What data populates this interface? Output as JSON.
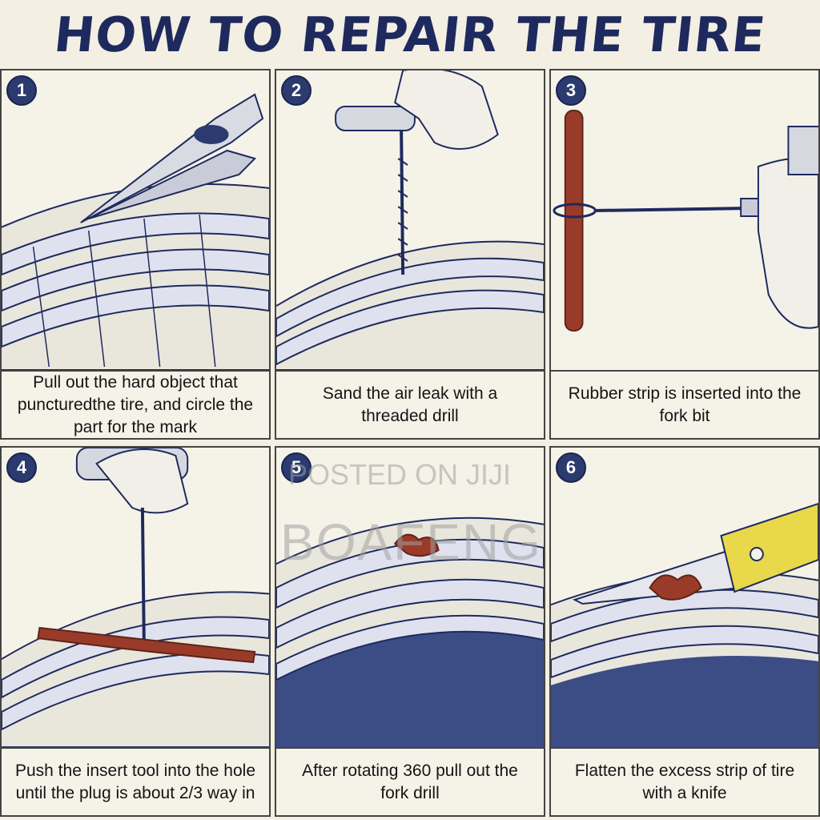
{
  "title": "HOW TO REPAIR THE TIRE",
  "steps": [
    {
      "number": "1",
      "caption": "Pull out the hard object that puncturedthe tire, and circle the part for the mark"
    },
    {
      "number": "2",
      "caption": "Sand the air leak with a threaded drill"
    },
    {
      "number": "3",
      "caption": "Rubber strip is inserted into the fork bit"
    },
    {
      "number": "4",
      "caption": "Push the insert tool into the hole until the plug is about 2/3 way in"
    },
    {
      "number": "5",
      "caption": "After rotating 360 pull out the fork drill"
    },
    {
      "number": "6",
      "caption": "Flatten the excess strip of tire with a knife"
    }
  ],
  "watermark": {
    "line1": "POSTED ON JIJI",
    "line2": "BOAFENG"
  },
  "colors": {
    "ink": "#1e2a5e",
    "paper": "#f3efe3",
    "rubber": "#9a3b2a",
    "knife": "#e8d84a"
  }
}
